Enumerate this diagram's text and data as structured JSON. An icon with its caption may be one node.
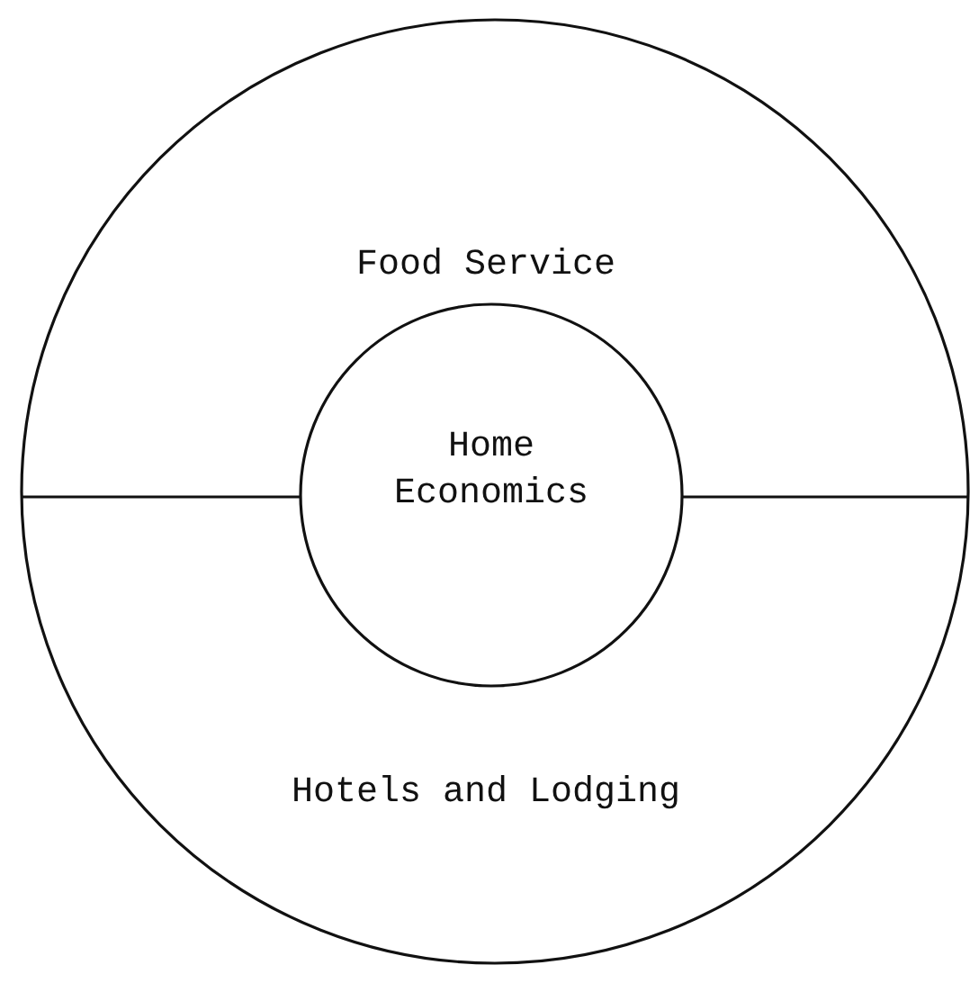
{
  "diagram": {
    "nodes": [
      {
        "text": [],
        "shape": "circle"
      },
      {
        "text": [
          "Food Service"
        ],
        "in": 0
      },
      {
        "text": [
          "Hotels and Lodging"
        ],
        "in": 0
      },
      {
        "text": [
          "Home Economics"
        ],
        "in": 0
      }
    ],
    "edges": []
  }
}
